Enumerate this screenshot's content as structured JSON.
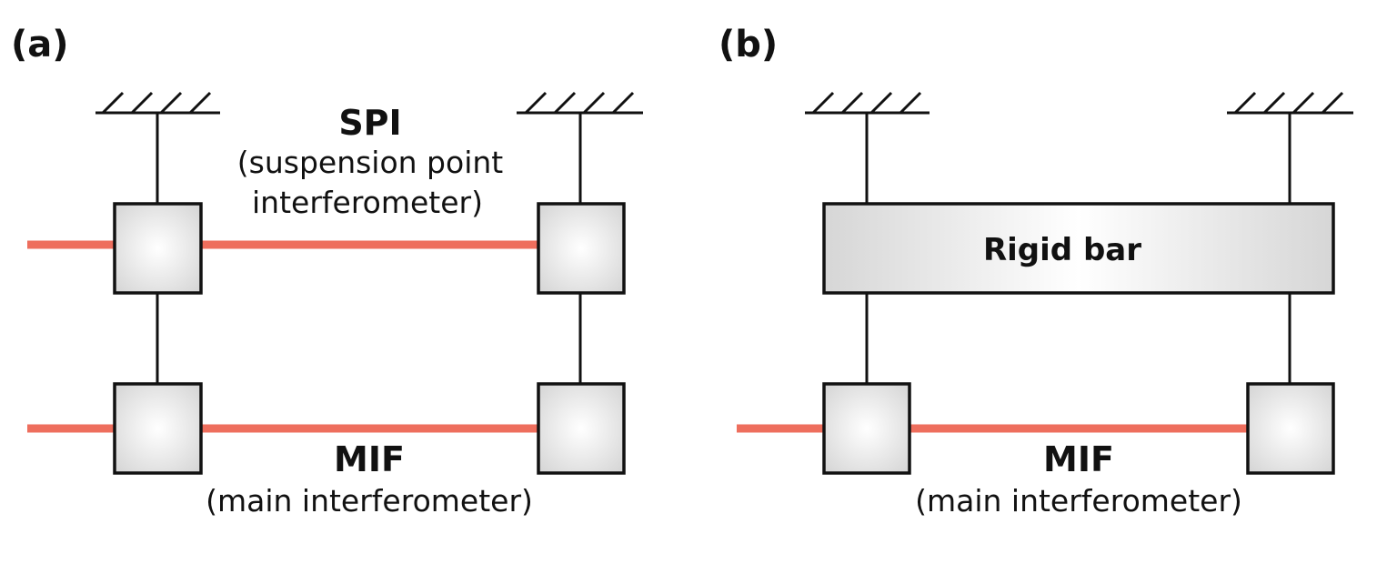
{
  "panel_a": {
    "label": "(a)",
    "spi_title": "SPI",
    "spi_line1": "(suspension point",
    "spi_line2": "interferometer)",
    "mif_title": "MIF",
    "mif_sub": "(main interferometer)"
  },
  "panel_b": {
    "label": "(b)",
    "bar_label": "Rigid bar",
    "mif_title": "MIF",
    "mif_sub": "(main interferometer)"
  },
  "colors": {
    "beam": "#ee6e5d",
    "line": "#111111",
    "box_center": "#ffffff",
    "box_edge": "#d4d4d4"
  }
}
